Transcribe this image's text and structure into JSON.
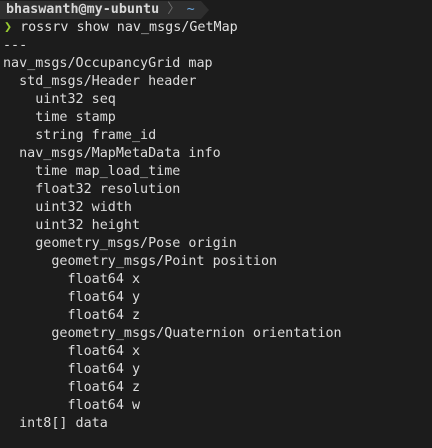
{
  "prompt": {
    "user_host": "bhaswanth@my-ubuntu",
    "separator": "〉",
    "directory": "~",
    "arrow": "❯",
    "command": "rossrv show nav_msgs/GetMap"
  },
  "output": [
    "---",
    "nav_msgs/OccupancyGrid map",
    "  std_msgs/Header header",
    "    uint32 seq",
    "    time stamp",
    "    string frame_id",
    "  nav_msgs/MapMetaData info",
    "    time map_load_time",
    "    float32 resolution",
    "    uint32 width",
    "    uint32 height",
    "    geometry_msgs/Pose origin",
    "      geometry_msgs/Point position",
    "        float64 x",
    "        float64 y",
    "        float64 z",
    "      geometry_msgs/Quaternion orientation",
    "        float64 x",
    "        float64 y",
    "        float64 z",
    "        float64 w",
    "  int8[] data"
  ],
  "colors": {
    "background": "#1c1c1c",
    "prompt_bar": "#2e2e2e",
    "directory": "#6aa7e0",
    "arrow": "#9acd32",
    "text": "#dcdcdc"
  }
}
